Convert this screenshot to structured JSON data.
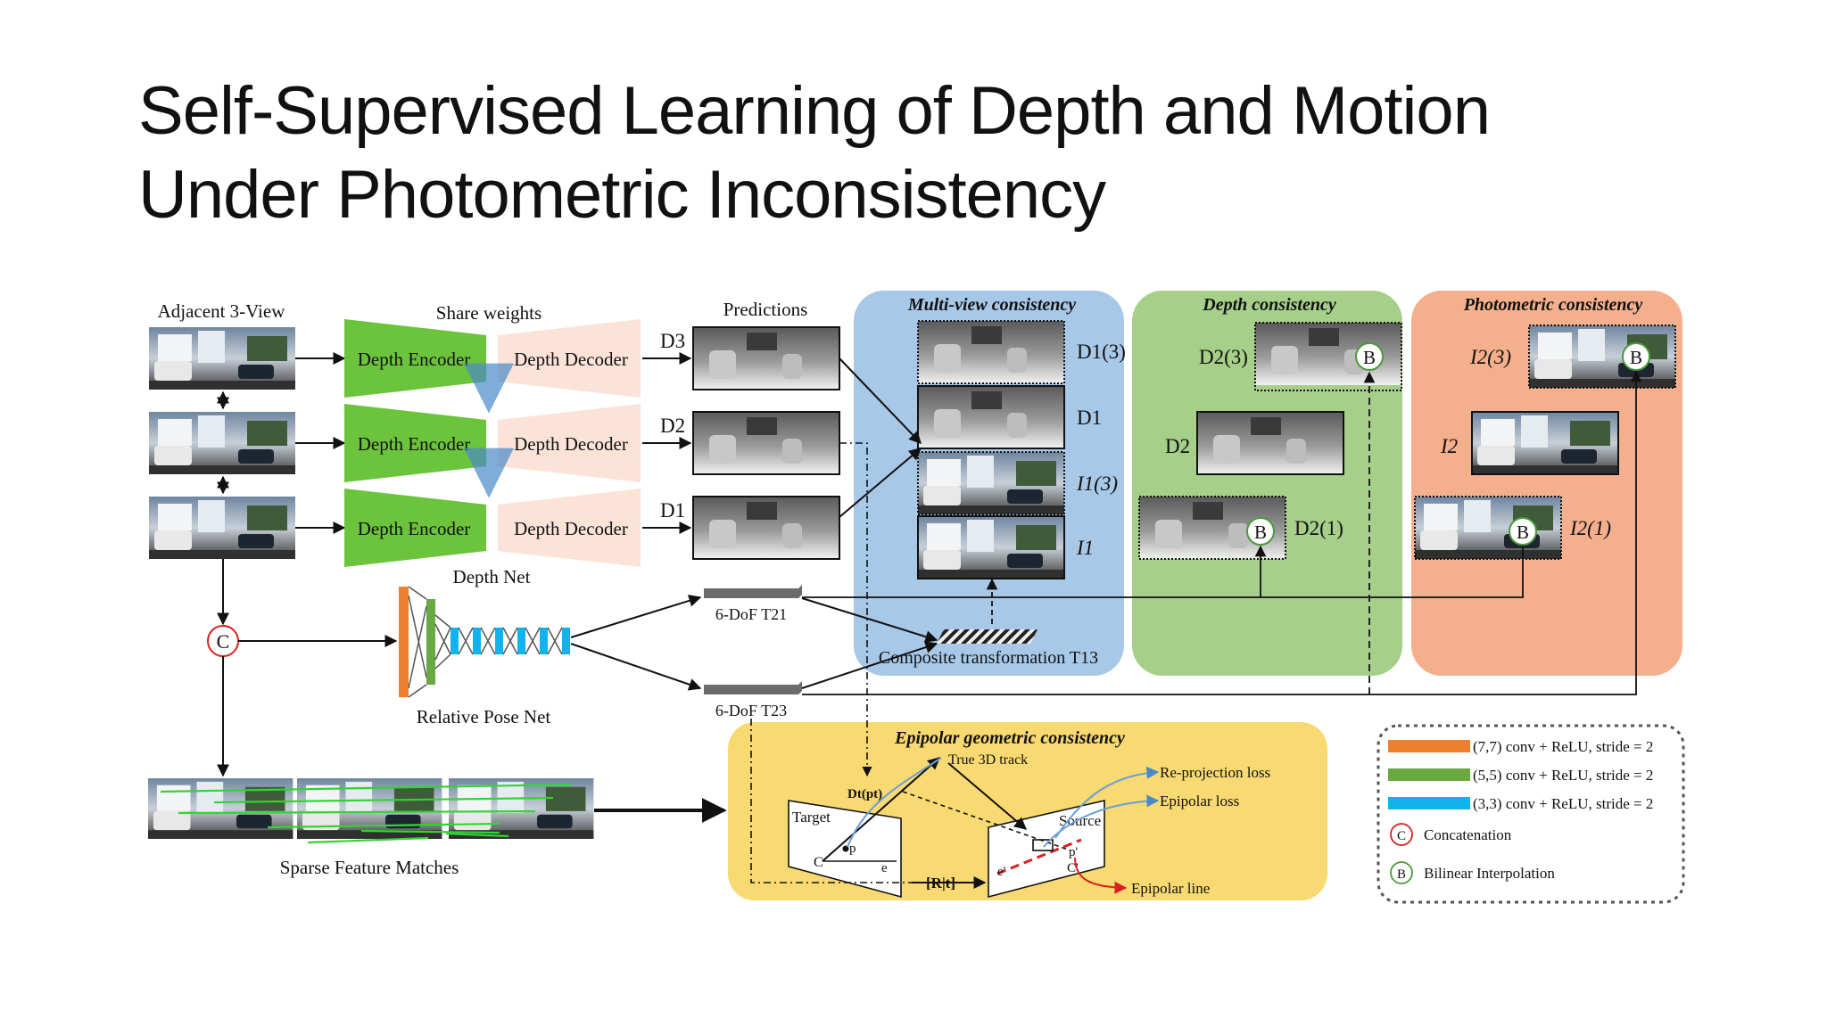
{
  "slide": {
    "title_line1": "Self-Supervised Learning of Depth and Motion",
    "title_line2": "Under Photometric Inconsistency"
  },
  "diagram": {
    "input_label": "Adjacent 3-View",
    "share_weights": "Share weights",
    "predictions": "Predictions",
    "depth_encoder": "Depth Encoder",
    "depth_decoder": "Depth Decoder",
    "depth_net": "Depth Net",
    "d3": "D3",
    "d2": "D2",
    "d1": "D1",
    "concat_symbol": "C",
    "bilinear_symbol": "B",
    "relative_pose_net": "Relative Pose Net",
    "pose21": "6-DoF T21",
    "pose23": "6-DoF T23",
    "composite": "Composite transformation T13",
    "sparse_matches": "Sparse Feature Matches",
    "multiview": {
      "title": "Multi-view consistency",
      "labels": [
        "D1(3)",
        "D1",
        "I1(3)",
        "I1"
      ]
    },
    "depth_consistency": {
      "title": "Depth consistency",
      "labels": [
        "D2(3)",
        "D2",
        "D2(1)"
      ]
    },
    "photometric": {
      "title": "Photometric consistency",
      "labels": [
        "I2(3)",
        "I2",
        "I2(1)"
      ]
    },
    "epipolar": {
      "title": "Epipolar geometric consistency",
      "true_track": "True 3D track",
      "reprojection": "Re-projection loss",
      "epipolar_loss": "Epipolar loss",
      "target": "Target",
      "source": "Source",
      "dtpt": "Dt(pt)",
      "rt": "[R|t]",
      "epipolar_line": "Epipolar line",
      "p": "p",
      "p_prime": "p'",
      "c": "C",
      "c_prime": "C'",
      "e": "e",
      "e_prime": "e'"
    },
    "legend": {
      "items": [
        {
          "label": "(7,7) conv + ReLU, stride = 2",
          "color": "#ee7f2d"
        },
        {
          "label": "(5,5) conv + ReLU, stride = 2",
          "color": "#6aa842"
        },
        {
          "label": "(3,3) conv + ReLU, stride = 2",
          "color": "#12b2ee"
        }
      ],
      "concatenation": "Concatenation",
      "bilinear": "Bilinear Interpolation"
    },
    "colors": {
      "encoder": "#6cc33c",
      "decoder": "#fbe3d8",
      "multiview_bg": "#a8c8e8",
      "depth_bg": "#a6cf8a",
      "photometric_bg": "#f4b08c",
      "epipolar_bg": "#f9da72",
      "red": "#d9201e"
    }
  }
}
